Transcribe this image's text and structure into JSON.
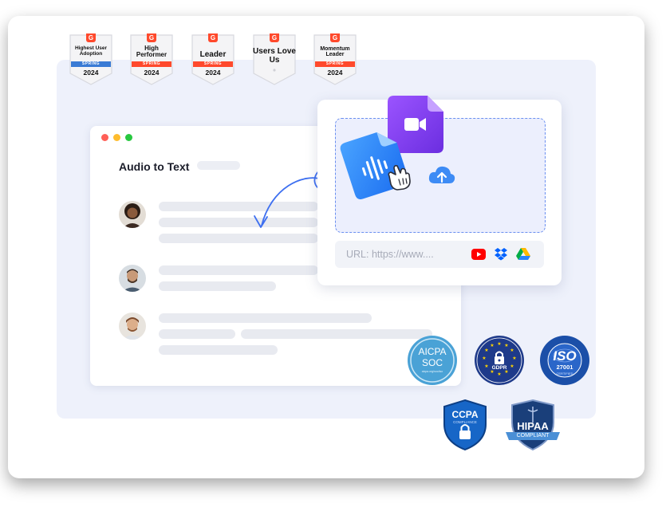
{
  "badges": [
    {
      "title": "Highest User Adoption",
      "season": "SPRING",
      "year": "2024",
      "g2": "G"
    },
    {
      "title": "High Performer",
      "season": "SPRING",
      "year": "2024",
      "g2": "G"
    },
    {
      "title": "Leader",
      "season": "SPRING",
      "year": "2024",
      "g2": "G"
    },
    {
      "title": "Users Love Us",
      "season": "",
      "year": "",
      "g2": "G"
    },
    {
      "title": "Momentum Leader",
      "season": "SPRING",
      "year": "2024",
      "g2": "G"
    }
  ],
  "app": {
    "title": "Audio to Text"
  },
  "upload": {
    "url_placeholder": "URL: https://www...."
  },
  "certs": {
    "aicpa": {
      "line1": "AICPA",
      "line2": "SOC",
      "line3": "aicpa.org/soc4so"
    },
    "gdpr": "GDPR",
    "iso": {
      "main": "ISO",
      "number": "27001",
      "certified": "CERTIFIED"
    },
    "ccpa": {
      "main": "CCPA",
      "sub": "COMPLIANCE"
    },
    "hipaa": {
      "main": "HIPAA",
      "sub": "COMPLIANT"
    }
  },
  "colors": {
    "g2_red": "#ff492c",
    "accent_blue": "#3d7bff",
    "accent_purple": "#7b3ff2",
    "stage_bg": "#eef1fb"
  },
  "icons": [
    "audio-file-icon",
    "video-file-icon",
    "hand-cursor-icon",
    "cloud-upload-icon",
    "youtube-icon",
    "dropbox-icon",
    "google-drive-icon",
    "curved-arrow-icon"
  ]
}
